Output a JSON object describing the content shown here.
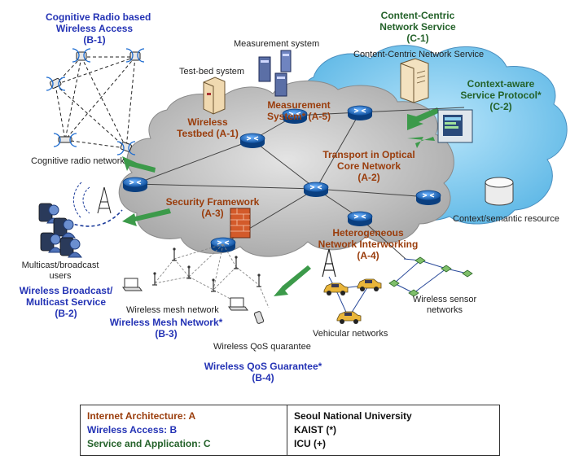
{
  "regions": {
    "b1": {
      "lines": [
        "Cognitive Radio based",
        "Wireless Access",
        "(B-1)"
      ]
    },
    "c1": {
      "lines": [
        "Content-Centric",
        "Network Service",
        "(C-1)"
      ]
    },
    "a1": {
      "lines": [
        "Wireless",
        "Testbed (A-1)"
      ]
    },
    "a5": {
      "lines": [
        "Measurement",
        "System* (A-5)"
      ]
    },
    "c2": {
      "lines": [
        "Context-aware",
        "Service Protocol*",
        "(C-2)"
      ]
    },
    "a2": {
      "lines": [
        "Transport in Optical",
        "Core Network",
        "(A-2)"
      ]
    },
    "a3": {
      "lines": [
        "Security Framework",
        "(A-3)"
      ]
    },
    "a4": {
      "lines": [
        "Heterogeneous",
        "Network Interworking",
        "(A-4)"
      ]
    },
    "b2": {
      "lines": [
        "Wireless Broadcast/",
        "Multicast Service",
        "(B-2)"
      ]
    },
    "b3": {
      "lines": [
        "Wireless Mesh Network*",
        "(B-3)"
      ]
    },
    "b4": {
      "lines": [
        "Wireless QoS Guarantee*",
        "(B-4)"
      ]
    }
  },
  "captions": {
    "measurement_system": "Measurement system",
    "testbed_system": "Test-bed system",
    "ccn_service": "Content-Centric Network Service",
    "cognitive_radio_network": "Cognitive radio network",
    "context_resource": "Context/semantic resource",
    "multicast_users_1": "Multicast/broadcast",
    "multicast_users_2": "users",
    "wireless_mesh_network": "Wireless mesh network",
    "wireless_qos": "Wireless QoS quarantee",
    "vehicular_networks": "Vehicular networks",
    "wireless_sensor_1": "Wireless sensor",
    "wireless_sensor_2": "networks"
  },
  "legend": {
    "left": [
      {
        "text": "Internet Architecture: A",
        "color": "#9a3d0c"
      },
      {
        "text": "Wireless Access: B",
        "color": "#2433b5"
      },
      {
        "text": "Service and Application: C",
        "color": "#24622a"
      }
    ],
    "right": [
      {
        "text": "Seoul National University"
      },
      {
        "text": "KAIST (*)"
      },
      {
        "text": "ICU (+)"
      }
    ]
  },
  "colors": {
    "core_cloud": "#c9c9c9",
    "service_cloud": "#8fd0f0",
    "arrow_green": "#3c9a4a",
    "router_blue": "#1e6fc2",
    "firewall": "#d35a2a"
  }
}
